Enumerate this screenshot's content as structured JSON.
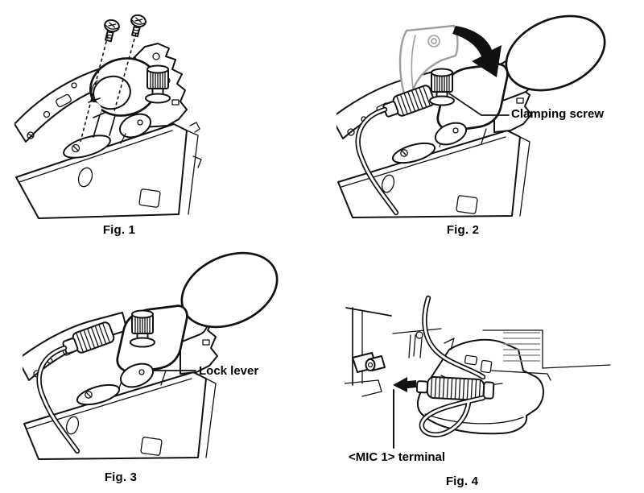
{
  "figures": [
    {
      "caption": "Fig. 1"
    },
    {
      "caption": "Fig. 2"
    },
    {
      "caption": "Fig. 3"
    },
    {
      "caption": "Fig. 4"
    }
  ],
  "labels": {
    "clamping_screw": "Clamping screw",
    "lock_lever": "Lock lever",
    "mic1_terminal": "<MIC 1> terminal"
  },
  "icons": {
    "close_cover_arrow": "curved-close-direction-arrow",
    "insert_plug_arrow": "insert-left-arrow",
    "mounting_screws": "phillips-screw",
    "clamping_screw": "knurled-thumbscrew"
  },
  "colors": {
    "background": "#ffffff",
    "line": "#111111",
    "ghost_outline": "#9e9e9e",
    "arrow": "#111111"
  }
}
